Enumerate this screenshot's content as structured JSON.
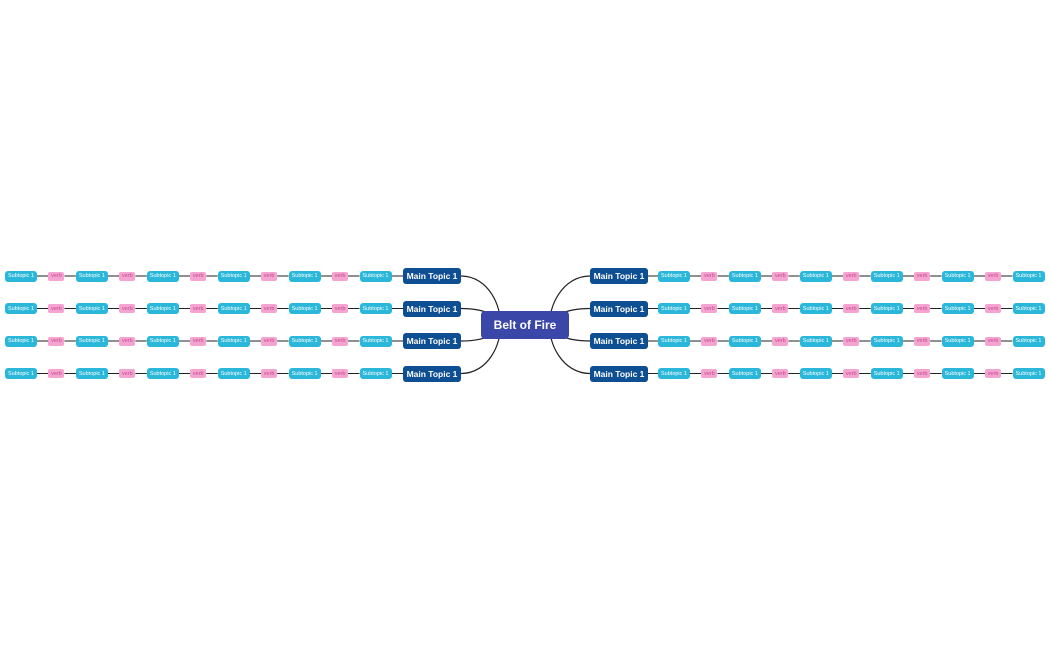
{
  "central_topic": "Belt of Fire",
  "colors": {
    "central": "#3a47a8",
    "main_topic": "#0e4f93",
    "subtopic": "#2bb7d9",
    "verb": "#f5a3d0",
    "verb_text": "#c44a8e",
    "line": "#222222"
  },
  "branches": [
    {
      "side": "left",
      "main_topic": "Main Topic 1",
      "chain": [
        "Subtopic 1",
        "verb",
        "Subtopic 1",
        "verb",
        "Subtopic 1",
        "verb",
        "Subtopic 1",
        "verb",
        "Subtopic 1",
        "verb",
        "Subtopic 1"
      ]
    },
    {
      "side": "left",
      "main_topic": "Main Topic 1",
      "chain": [
        "Subtopic 1",
        "verb",
        "Subtopic 1",
        "verb",
        "Subtopic 1",
        "verb",
        "Subtopic 1",
        "verb",
        "Subtopic 1",
        "verb",
        "Subtopic 1"
      ]
    },
    {
      "side": "left",
      "main_topic": "Main Topic 1",
      "chain": [
        "Subtopic 1",
        "verb",
        "Subtopic 1",
        "verb",
        "Subtopic 1",
        "verb",
        "Subtopic 1",
        "verb",
        "Subtopic 1",
        "verb",
        "Subtopic 1"
      ]
    },
    {
      "side": "left",
      "main_topic": "Main Topic 1",
      "chain": [
        "Subtopic 1",
        "verb",
        "Subtopic 1",
        "verb",
        "Subtopic 1",
        "verb",
        "Subtopic 1",
        "verb",
        "Subtopic 1",
        "verb",
        "Subtopic 1"
      ]
    },
    {
      "side": "right",
      "main_topic": "Main Topic 1",
      "chain": [
        "Subtopic 1",
        "verb",
        "Subtopic 1",
        "verb",
        "Subtopic 1",
        "verb",
        "Subtopic 1",
        "verb",
        "Subtopic 1",
        "verb",
        "Subtopic 1"
      ]
    },
    {
      "side": "right",
      "main_topic": "Main Topic 1",
      "chain": [
        "Subtopic 1",
        "verb",
        "Subtopic 1",
        "verb",
        "Subtopic 1",
        "verb",
        "Subtopic 1",
        "verb",
        "Subtopic 1",
        "verb",
        "Subtopic 1"
      ]
    },
    {
      "side": "right",
      "main_topic": "Main Topic 1",
      "chain": [
        "Subtopic 1",
        "verb",
        "Subtopic 1",
        "verb",
        "Subtopic 1",
        "verb",
        "Subtopic 1",
        "verb",
        "Subtopic 1",
        "verb",
        "Subtopic 1"
      ]
    },
    {
      "side": "right",
      "main_topic": "Main Topic 1",
      "chain": [
        "Subtopic 1",
        "verb",
        "Subtopic 1",
        "verb",
        "Subtopic 1",
        "verb",
        "Subtopic 1",
        "verb",
        "Subtopic 1",
        "verb",
        "Subtopic 1"
      ]
    }
  ]
}
